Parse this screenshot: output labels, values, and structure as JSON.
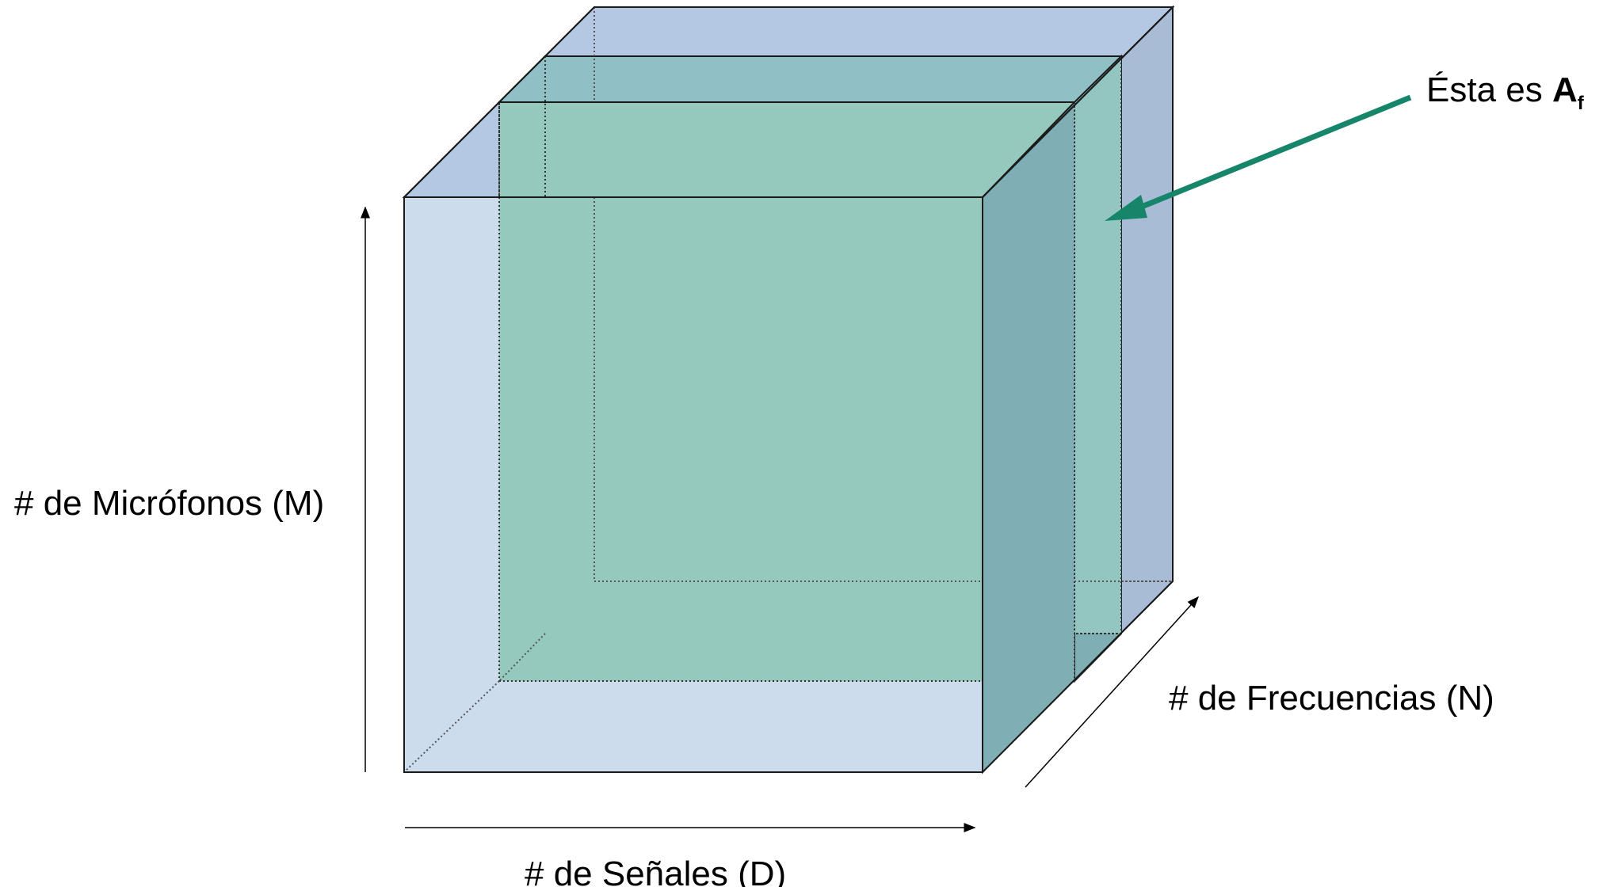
{
  "labels": {
    "microphones_axis": "# de Micrófonos (M)",
    "signals_axis": "# de Señales (D)",
    "frequencies_axis": "# de Frecuencias (N)",
    "callout_prefix": "Ésta es ",
    "callout_bold": "A",
    "callout_subscript": "f"
  },
  "colors": {
    "cube_fill": "#b9cce6",
    "cube_front": "#ccdcec",
    "cube_top": "#b4c8e4",
    "cube_right": "#a8bcd6",
    "slice_front": "#95c9bd",
    "slice_top": "#90c0c6",
    "slice_right": "#7fafb4",
    "arrow_green": "#16856a",
    "edge": "#1a1a1a"
  }
}
